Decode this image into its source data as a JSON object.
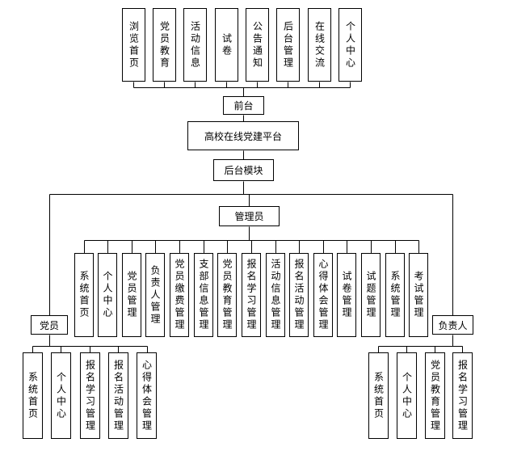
{
  "front": {
    "items": [
      "浏览首页",
      "党员教育",
      "活动信息",
      "试卷",
      "公告通知",
      "后台管理",
      "在线交流",
      "个人中心"
    ],
    "hub": "前台"
  },
  "platform": "高校在线党建平台",
  "backend": "后台模块",
  "admin": {
    "label": "管理员",
    "items": [
      "系统首页",
      "个人中心",
      "党员管理",
      "负责人管理",
      "党员缴费管理",
      "支部信息管理",
      "党员教育管理",
      "报名学习管理",
      "活动信息管理",
      "报名活动管理",
      "心得体会管理",
      "试卷管理",
      "试题管理",
      "系统管理",
      "考试管理"
    ]
  },
  "member": {
    "label": "党员",
    "items": [
      "系统首页",
      "个人中心",
      "报名学习管理",
      "报名活动管理",
      "心得体会管理"
    ]
  },
  "leader": {
    "label": "负责人",
    "items": [
      "系统首页",
      "个人中心",
      "党员教育管理",
      "报名学习管理"
    ]
  }
}
